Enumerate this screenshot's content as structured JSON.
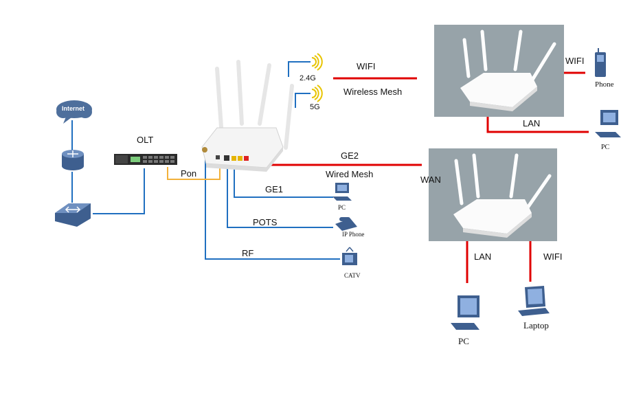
{
  "diagram": {
    "nodes": {
      "internet": {
        "label": "Internet"
      },
      "olt": {
        "label": "OLT"
      },
      "onu": {
        "label": ""
      },
      "mesh_router_wireless": {
        "label": ""
      },
      "mesh_router_wired": {
        "label": ""
      },
      "phone": {
        "label": "Phone"
      },
      "pc_top": {
        "label": "PC"
      },
      "pc_ge1": {
        "label": "PC"
      },
      "ip_phone": {
        "label": "IP Phone"
      },
      "catv": {
        "label": "CATV"
      },
      "pc_bottom": {
        "label": "PC"
      },
      "laptop": {
        "label": "Laptop"
      }
    },
    "edges": {
      "pon": "Pon",
      "ge1": "GE1",
      "pots": "POTS",
      "rf": "RF",
      "band_24": "2.4G",
      "band_5": "5G",
      "wifi_top": "WIFI",
      "wireless_mesh": "Wireless Mesh",
      "ge2": "GE2",
      "wired_mesh": "Wired Mesh",
      "wan": "WAN",
      "wifi_right": "WIFI",
      "lan_top": "LAN",
      "lan_bottom": "LAN",
      "wifi_bottom": "WIFI"
    }
  },
  "colors": {
    "red": "#e00000",
    "blue": "#1f6fc0",
    "orange": "#f2b13a",
    "photo_bg": "#97a3a9"
  }
}
